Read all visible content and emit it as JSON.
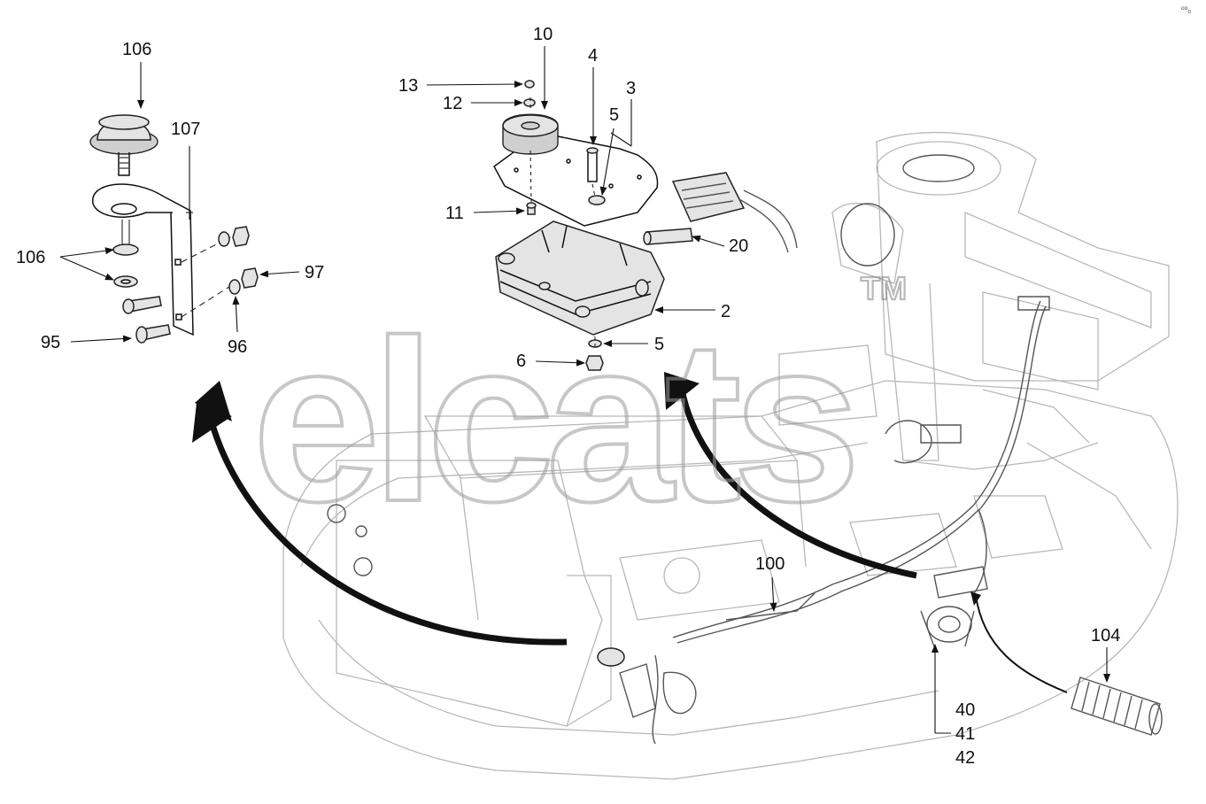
{
  "diagram": {
    "corner_mark": "⁰⁰₀",
    "watermark": {
      "text": "elcats",
      "tm": "TM"
    },
    "callouts": [
      {
        "id": "c106a",
        "label": "106"
      },
      {
        "id": "c107",
        "label": "107"
      },
      {
        "id": "c106b",
        "label": "106"
      },
      {
        "id": "c97",
        "label": "97"
      },
      {
        "id": "c95",
        "label": "95"
      },
      {
        "id": "c96",
        "label": "96"
      },
      {
        "id": "c10",
        "label": "10"
      },
      {
        "id": "c13",
        "label": "13"
      },
      {
        "id": "c12",
        "label": "12"
      },
      {
        "id": "c4",
        "label": "4"
      },
      {
        "id": "c3",
        "label": "3"
      },
      {
        "id": "c5a",
        "label": "5"
      },
      {
        "id": "c11",
        "label": "11"
      },
      {
        "id": "c20",
        "label": "20"
      },
      {
        "id": "c2",
        "label": "2"
      },
      {
        "id": "c5b",
        "label": "5"
      },
      {
        "id": "c6",
        "label": "6"
      },
      {
        "id": "c100",
        "label": "100"
      },
      {
        "id": "c104",
        "label": "104"
      },
      {
        "id": "c40",
        "label": "40"
      },
      {
        "id": "c41",
        "label": "41"
      },
      {
        "id": "c42",
        "label": "42"
      }
    ]
  }
}
